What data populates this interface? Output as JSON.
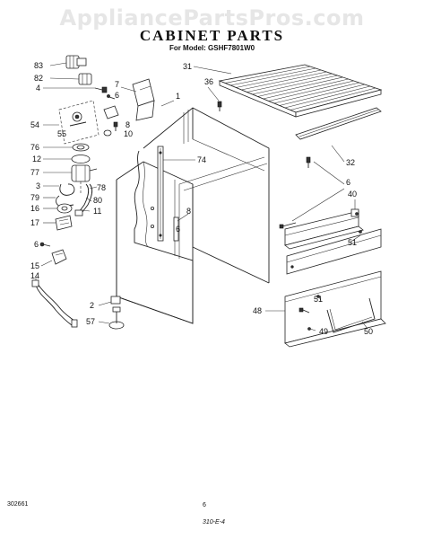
{
  "watermark": "AppliancePartsPros.com",
  "title": "CABINET PARTS",
  "model_line": "For Model: GSHF7801W0",
  "footer": {
    "left_code": "302661",
    "page_number": "6",
    "right_note": "310-E-4"
  },
  "callouts": [
    "83",
    "82",
    "4",
    "54",
    "55",
    "76",
    "12",
    "77",
    "3",
    "79",
    "16",
    "17",
    "6",
    "15",
    "14",
    "7",
    "6",
    "8",
    "10",
    "74",
    "78",
    "80",
    "11",
    "1",
    "8",
    "31",
    "36",
    "32",
    "6",
    "40",
    "51",
    "51",
    "48",
    "49",
    "50",
    "2",
    "57",
    "6"
  ]
}
